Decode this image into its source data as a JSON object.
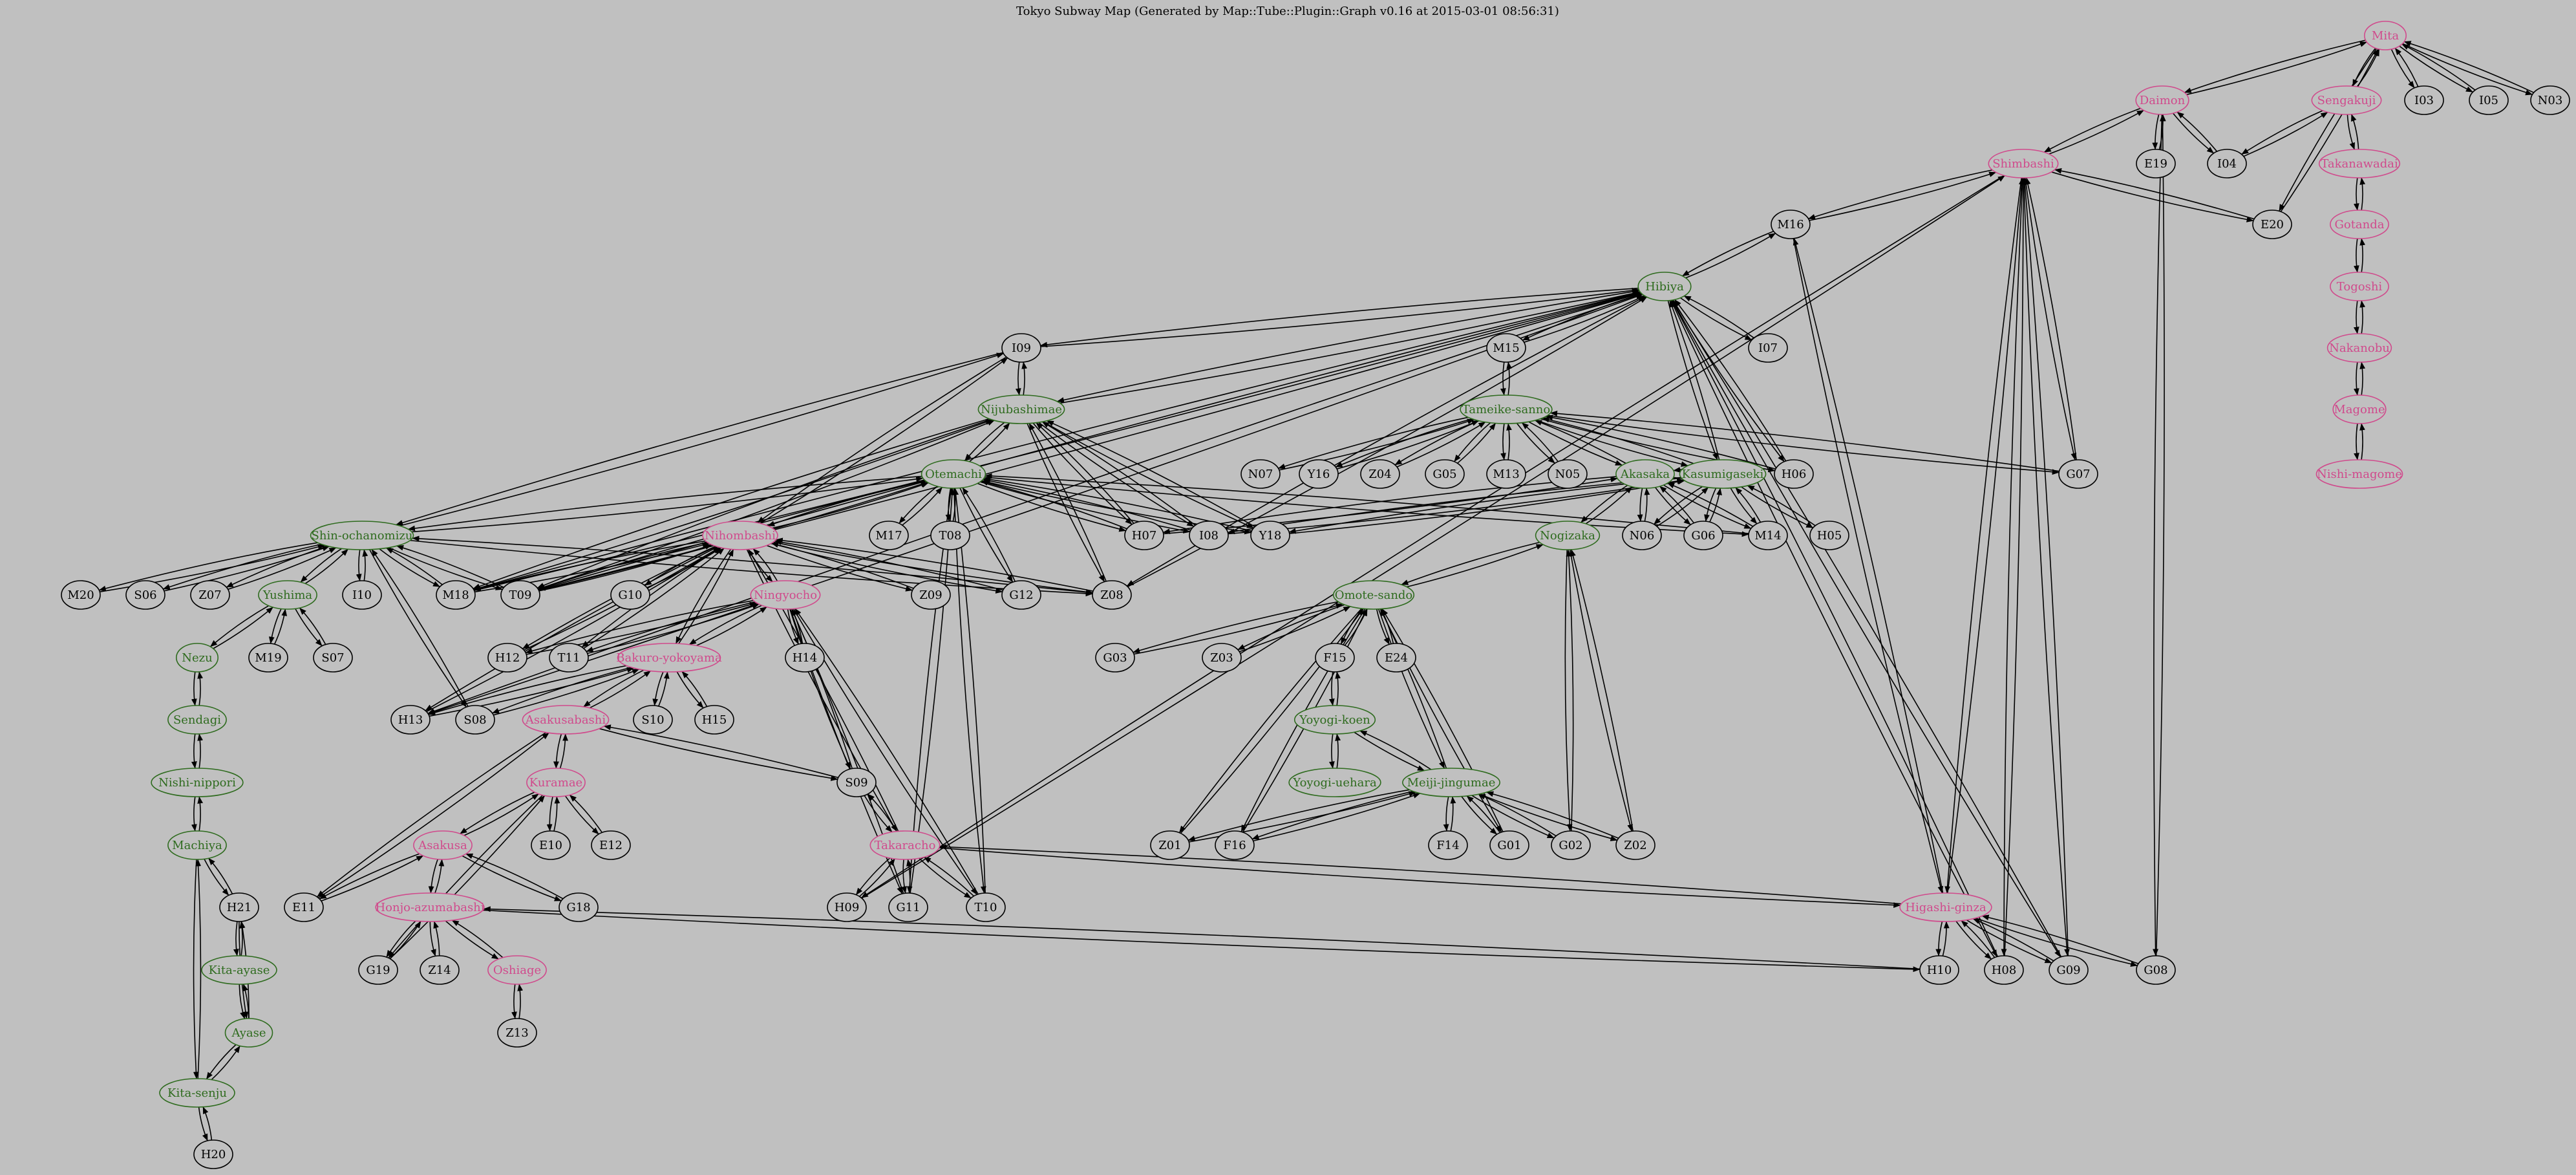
{
  "title": "Tokyo Subway Map (Generated by Map::Tube::Plugin::Graph v0.16 at 2015-03-01 08:56:31)",
  "colors": {
    "background": "#c0c0c0",
    "line_pink": "#d04a8c",
    "line_green": "#2e6b1e",
    "station_black": "#000000"
  },
  "stations": [
    {
      "id": "Mita",
      "label": "Mita",
      "color": "pink"
    },
    {
      "id": "Daimon",
      "label": "Daimon",
      "color": "pink"
    },
    {
      "id": "Sengakuji",
      "label": "Sengakuji",
      "color": "pink"
    },
    {
      "id": "I03",
      "label": "I03",
      "color": "black"
    },
    {
      "id": "I05",
      "label": "I05",
      "color": "black"
    },
    {
      "id": "N03",
      "label": "N03",
      "color": "black"
    },
    {
      "id": "E19",
      "label": "E19",
      "color": "black"
    },
    {
      "id": "I04",
      "label": "I04",
      "color": "black"
    },
    {
      "id": "Shimbashi",
      "label": "Shimbashi",
      "color": "pink"
    },
    {
      "id": "Takanawadai",
      "label": "Takanawadai",
      "color": "pink"
    },
    {
      "id": "M16",
      "label": "M16",
      "color": "black"
    },
    {
      "id": "E20",
      "label": "E20",
      "color": "black"
    },
    {
      "id": "Gotanda",
      "label": "Gotanda",
      "color": "pink"
    },
    {
      "id": "Hibiya",
      "label": "Hibiya",
      "color": "green"
    },
    {
      "id": "Togoshi",
      "label": "Togoshi",
      "color": "pink"
    },
    {
      "id": "I09",
      "label": "I09",
      "color": "black"
    },
    {
      "id": "M15",
      "label": "M15",
      "color": "black"
    },
    {
      "id": "I07",
      "label": "I07",
      "color": "black"
    },
    {
      "id": "Nakanobu",
      "label": "Nakanobu",
      "color": "pink"
    },
    {
      "id": "Nijubashimae",
      "label": "Nijubashimae",
      "color": "green"
    },
    {
      "id": "Tameike-sanno",
      "label": "Tameike-sanno",
      "color": "green"
    },
    {
      "id": "Magome",
      "label": "Magome",
      "color": "pink"
    },
    {
      "id": "N07",
      "label": "N07",
      "color": "black"
    },
    {
      "id": "Y16",
      "label": "Y16",
      "color": "black"
    },
    {
      "id": "Z04",
      "label": "Z04",
      "color": "black"
    },
    {
      "id": "G05",
      "label": "G05",
      "color": "black"
    },
    {
      "id": "M13",
      "label": "M13",
      "color": "black"
    },
    {
      "id": "N05",
      "label": "N05",
      "color": "black"
    },
    {
      "id": "H06",
      "label": "H06",
      "color": "black"
    },
    {
      "id": "G07",
      "label": "G07",
      "color": "black"
    },
    {
      "id": "Otemachi",
      "label": "Otemachi",
      "color": "green"
    },
    {
      "id": "Akasaka",
      "label": "Akasaka",
      "color": "green"
    },
    {
      "id": "Kasumigaseki",
      "label": "Kasumigaseki",
      "color": "green"
    },
    {
      "id": "Nishi-magome",
      "label": "Nishi-magome",
      "color": "pink"
    },
    {
      "id": "M17",
      "label": "M17",
      "color": "black"
    },
    {
      "id": "T08",
      "label": "T08",
      "color": "black"
    },
    {
      "id": "H07",
      "label": "H07",
      "color": "black"
    },
    {
      "id": "I08",
      "label": "I08",
      "color": "black"
    },
    {
      "id": "Y18",
      "label": "Y18",
      "color": "black"
    },
    {
      "id": "N06",
      "label": "N06",
      "color": "black"
    },
    {
      "id": "G06",
      "label": "G06",
      "color": "black"
    },
    {
      "id": "M14",
      "label": "M14",
      "color": "black"
    },
    {
      "id": "H05",
      "label": "H05",
      "color": "black"
    },
    {
      "id": "Shin-ochanomizu",
      "label": "Shin-ochanomizu",
      "color": "green"
    },
    {
      "id": "Nihombashi",
      "label": "Nihombashi",
      "color": "pink"
    },
    {
      "id": "Nogizaka",
      "label": "Nogizaka",
      "color": "green"
    },
    {
      "id": "M20",
      "label": "M20",
      "color": "black"
    },
    {
      "id": "S06",
      "label": "S06",
      "color": "black"
    },
    {
      "id": "Z07",
      "label": "Z07",
      "color": "black"
    },
    {
      "id": "Yushima",
      "label": "Yushima",
      "color": "green"
    },
    {
      "id": "I10",
      "label": "I10",
      "color": "black"
    },
    {
      "id": "M18",
      "label": "M18",
      "color": "black"
    },
    {
      "id": "T09",
      "label": "T09",
      "color": "black"
    },
    {
      "id": "G10",
      "label": "G10",
      "color": "black"
    },
    {
      "id": "Z09",
      "label": "Z09",
      "color": "black"
    },
    {
      "id": "G12",
      "label": "G12",
      "color": "black"
    },
    {
      "id": "Z08",
      "label": "Z08",
      "color": "black"
    },
    {
      "id": "Omote-sando",
      "label": "Omote-sando",
      "color": "green"
    },
    {
      "id": "Ningyocho",
      "label": "Ningyocho",
      "color": "pink"
    },
    {
      "id": "Nezu",
      "label": "Nezu",
      "color": "green"
    },
    {
      "id": "M19",
      "label": "M19",
      "color": "black"
    },
    {
      "id": "S07",
      "label": "S07",
      "color": "black"
    },
    {
      "id": "H12",
      "label": "H12",
      "color": "black"
    },
    {
      "id": "T11",
      "label": "T11",
      "color": "black"
    },
    {
      "id": "H14",
      "label": "H14",
      "color": "black"
    },
    {
      "id": "G03",
      "label": "G03",
      "color": "black"
    },
    {
      "id": "Z03",
      "label": "Z03",
      "color": "black"
    },
    {
      "id": "F15",
      "label": "F15",
      "color": "black"
    },
    {
      "id": "E24",
      "label": "E24",
      "color": "black"
    },
    {
      "id": "Bakuro-yokoyama",
      "label": "Bakuro-yokoyama",
      "color": "pink"
    },
    {
      "id": "Sendagi",
      "label": "Sendagi",
      "color": "green"
    },
    {
      "id": "H13",
      "label": "H13",
      "color": "black"
    },
    {
      "id": "S08",
      "label": "S08",
      "color": "black"
    },
    {
      "id": "S10",
      "label": "S10",
      "color": "black"
    },
    {
      "id": "H15",
      "label": "H15",
      "color": "black"
    },
    {
      "id": "Yoyogi-koen",
      "label": "Yoyogi-koen",
      "color": "green"
    },
    {
      "id": "Asakusabashi",
      "label": "Asakusabashi",
      "color": "pink"
    },
    {
      "id": "Nishi-nippori",
      "label": "Nishi-nippori",
      "color": "green"
    },
    {
      "id": "S09",
      "label": "S09",
      "color": "black"
    },
    {
      "id": "Yoyogi-uehara",
      "label": "Yoyogi-uehara",
      "color": "green"
    },
    {
      "id": "Meiji-jingumae",
      "label": "Meiji-jingumae",
      "color": "green"
    },
    {
      "id": "Kuramae",
      "label": "Kuramae",
      "color": "pink"
    },
    {
      "id": "Machiya",
      "label": "Machiya",
      "color": "green"
    },
    {
      "id": "E10",
      "label": "E10",
      "color": "black"
    },
    {
      "id": "E12",
      "label": "E12",
      "color": "black"
    },
    {
      "id": "Takaracho",
      "label": "Takaracho",
      "color": "pink"
    },
    {
      "id": "Z01",
      "label": "Z01",
      "color": "black"
    },
    {
      "id": "F16",
      "label": "F16",
      "color": "black"
    },
    {
      "id": "F14",
      "label": "F14",
      "color": "black"
    },
    {
      "id": "G01",
      "label": "G01",
      "color": "black"
    },
    {
      "id": "G02",
      "label": "G02",
      "color": "black"
    },
    {
      "id": "Z02",
      "label": "Z02",
      "color": "black"
    },
    {
      "id": "Asakusa",
      "label": "Asakusa",
      "color": "pink"
    },
    {
      "id": "H21",
      "label": "H21",
      "color": "black"
    },
    {
      "id": "E11",
      "label": "E11",
      "color": "black"
    },
    {
      "id": "G18",
      "label": "G18",
      "color": "black"
    },
    {
      "id": "H09",
      "label": "H09",
      "color": "black"
    },
    {
      "id": "G11",
      "label": "G11",
      "color": "black"
    },
    {
      "id": "T10",
      "label": "T10",
      "color": "black"
    },
    {
      "id": "Higashi-ginza",
      "label": "Higashi-ginza",
      "color": "pink"
    },
    {
      "id": "Honjo-azumabashi",
      "label": "Honjo-azumabashi",
      "color": "pink"
    },
    {
      "id": "Kita-ayase",
      "label": "Kita-ayase",
      "color": "green"
    },
    {
      "id": "H10",
      "label": "H10",
      "color": "black"
    },
    {
      "id": "H08",
      "label": "H08",
      "color": "black"
    },
    {
      "id": "G09",
      "label": "G09",
      "color": "black"
    },
    {
      "id": "G08",
      "label": "G08",
      "color": "black"
    },
    {
      "id": "G19",
      "label": "G19",
      "color": "black"
    },
    {
      "id": "Z14",
      "label": "Z14",
      "color": "black"
    },
    {
      "id": "Oshiage",
      "label": "Oshiage",
      "color": "pink"
    },
    {
      "id": "Ayase",
      "label": "Ayase",
      "color": "green"
    },
    {
      "id": "Z13",
      "label": "Z13",
      "color": "black"
    },
    {
      "id": "Kita-senju",
      "label": "Kita-senju",
      "color": "green"
    },
    {
      "id": "H20",
      "label": "H20",
      "color": "black"
    }
  ],
  "connections": [
    [
      "Mita",
      "Daimon"
    ],
    [
      "Mita",
      "Sengakuji"
    ],
    [
      "Mita",
      "I03"
    ],
    [
      "Mita",
      "I05"
    ],
    [
      "Mita",
      "N03"
    ],
    [
      "Mita",
      "E20"
    ],
    [
      "Daimon",
      "Shimbashi"
    ],
    [
      "Daimon",
      "E19"
    ],
    [
      "Daimon",
      "I04"
    ],
    [
      "Daimon",
      "G08"
    ],
    [
      "Sengakuji",
      "Takanawadai"
    ],
    [
      "Sengakuji",
      "I04"
    ],
    [
      "Takanawadai",
      "Gotanda"
    ],
    [
      "Gotanda",
      "Togoshi"
    ],
    [
      "Togoshi",
      "Nakanobu"
    ],
    [
      "Nakanobu",
      "Magome"
    ],
    [
      "Magome",
      "Nishi-magome"
    ],
    [
      "Shimbashi",
      "M16"
    ],
    [
      "Shimbashi",
      "E20"
    ],
    [
      "Shimbashi",
      "G07"
    ],
    [
      "Shimbashi",
      "Higashi-ginza"
    ],
    [
      "Shimbashi",
      "H08"
    ],
    [
      "Shimbashi",
      "G09"
    ],
    [
      "Shimbashi",
      "H09"
    ],
    [
      "M16",
      "Hibiya"
    ],
    [
      "Hibiya",
      "I09"
    ],
    [
      "Hibiya",
      "M15"
    ],
    [
      "Hibiya",
      "I07"
    ],
    [
      "Hibiya",
      "Nijubashimae"
    ],
    [
      "Hibiya",
      "Kasumigaseki"
    ],
    [
      "Hibiya",
      "H06"
    ],
    [
      "Hibiya",
      "Z08"
    ],
    [
      "Hibiya",
      "M18"
    ],
    [
      "Hibiya",
      "T09"
    ],
    [
      "Hibiya",
      "H13"
    ],
    [
      "Hibiya",
      "G09"
    ],
    [
      "Hibiya",
      "H08"
    ],
    [
      "I09",
      "Nijubashimae"
    ],
    [
      "M15",
      "Tameike-sanno"
    ],
    [
      "Tameike-sanno",
      "N07"
    ],
    [
      "Tameike-sanno",
      "Y16"
    ],
    [
      "Tameike-sanno",
      "Z04"
    ],
    [
      "Tameike-sanno",
      "G05"
    ],
    [
      "Tameike-sanno",
      "M13"
    ],
    [
      "Tameike-sanno",
      "N05"
    ],
    [
      "Tameike-sanno",
      "H06"
    ],
    [
      "Tameike-sanno",
      "G07"
    ],
    [
      "Tameike-sanno",
      "Akasaka"
    ],
    [
      "Tameike-sanno",
      "Kasumigaseki"
    ],
    [
      "Nijubashimae",
      "Otemachi"
    ],
    [
      "Nijubashimae",
      "H07"
    ],
    [
      "Nijubashimae",
      "I08"
    ],
    [
      "Nijubashimae",
      "Y18"
    ],
    [
      "Nijubashimae",
      "Z08"
    ],
    [
      "Nijubashimae",
      "M18"
    ],
    [
      "Nijubashimae",
      "T09"
    ],
    [
      "Otemachi",
      "Shin-ochanomizu"
    ],
    [
      "Otemachi",
      "Nihombashi"
    ],
    [
      "Otemachi",
      "M17"
    ],
    [
      "Otemachi",
      "T08"
    ],
    [
      "Otemachi",
      "H07"
    ],
    [
      "Otemachi",
      "I08"
    ],
    [
      "Otemachi",
      "Y18"
    ],
    [
      "Otemachi",
      "G12"
    ],
    [
      "Otemachi",
      "T10"
    ],
    [
      "Otemachi",
      "G11"
    ],
    [
      "Otemachi",
      "T09"
    ],
    [
      "Otemachi",
      "M14"
    ],
    [
      "Akasaka",
      "Kasumigaseki"
    ],
    [
      "Akasaka",
      "Nogizaka"
    ],
    [
      "Akasaka",
      "N06"
    ],
    [
      "Akasaka",
      "G06"
    ],
    [
      "Akasaka",
      "M14"
    ],
    [
      "Akasaka",
      "H07"
    ],
    [
      "Kasumigaseki",
      "N06"
    ],
    [
      "Kasumigaseki",
      "G06"
    ],
    [
      "Kasumigaseki",
      "M14"
    ],
    [
      "Kasumigaseki",
      "H05"
    ],
    [
      "Kasumigaseki",
      "I08"
    ],
    [
      "Kasumigaseki",
      "Y18"
    ],
    [
      "Shin-ochanomizu",
      "M20"
    ],
    [
      "Shin-ochanomizu",
      "S06"
    ],
    [
      "Shin-ochanomizu",
      "Z07"
    ],
    [
      "Shin-ochanomizu",
      "Yushima"
    ],
    [
      "Shin-ochanomizu",
      "I10"
    ],
    [
      "Shin-ochanomizu",
      "M18"
    ],
    [
      "Shin-ochanomizu",
      "T09"
    ],
    [
      "Shin-ochanomizu",
      "S08"
    ],
    [
      "Shin-ochanomizu",
      "Z08"
    ],
    [
      "Shin-ochanomizu",
      "I09"
    ],
    [
      "Nihombashi",
      "Ningyocho"
    ],
    [
      "Nihombashi",
      "G10"
    ],
    [
      "Nihombashi",
      "Z09"
    ],
    [
      "Nihombashi",
      "G12"
    ],
    [
      "Nihombashi",
      "Z08"
    ],
    [
      "Nihombashi",
      "H12"
    ],
    [
      "Nihombashi",
      "T11"
    ],
    [
      "Nihombashi",
      "H13"
    ],
    [
      "Nihombashi",
      "Takaracho"
    ],
    [
      "Nihombashi",
      "I09"
    ],
    [
      "Nihombashi",
      "M18"
    ],
    [
      "Nihombashi",
      "T09"
    ],
    [
      "Nihombashi",
      "Bakuro-yokoyama"
    ],
    [
      "Nogizaka",
      "Omote-sando"
    ],
    [
      "Nogizaka",
      "G02"
    ],
    [
      "Nogizaka",
      "Z02"
    ],
    [
      "Yushima",
      "Nezu"
    ],
    [
      "Yushima",
      "M19"
    ],
    [
      "Yushima",
      "S07"
    ],
    [
      "Ningyocho",
      "H14"
    ],
    [
      "Ningyocho",
      "Bakuro-yokoyama"
    ],
    [
      "Ningyocho",
      "H12"
    ],
    [
      "Ningyocho",
      "T11"
    ],
    [
      "Ningyocho",
      "S09"
    ],
    [
      "Ningyocho",
      "G11"
    ],
    [
      "Ningyocho",
      "T10"
    ],
    [
      "Omote-sando",
      "G03"
    ],
    [
      "Omote-sando",
      "Z03"
    ],
    [
      "Omote-sando",
      "F15"
    ],
    [
      "Omote-sando",
      "E24"
    ],
    [
      "Omote-sando",
      "Meiji-jingumae"
    ],
    [
      "Omote-sando",
      "Z01"
    ],
    [
      "Omote-sando",
      "F16"
    ],
    [
      "Omote-sando",
      "G01"
    ],
    [
      "Nezu",
      "Sendagi"
    ],
    [
      "Sendagi",
      "Nishi-nippori"
    ],
    [
      "Nishi-nippori",
      "Machiya"
    ],
    [
      "Machiya",
      "H21"
    ],
    [
      "Machiya",
      "Kita-senju"
    ],
    [
      "Bakuro-yokoyama",
      "Asakusabashi"
    ],
    [
      "Bakuro-yokoyama",
      "H13"
    ],
    [
      "Bakuro-yokoyama",
      "S08"
    ],
    [
      "Bakuro-yokoyama",
      "S10"
    ],
    [
      "Bakuro-yokoyama",
      "H15"
    ],
    [
      "F15",
      "Yoyogi-koen"
    ],
    [
      "Yoyogi-koen",
      "Yoyogi-uehara"
    ],
    [
      "Yoyogi-koen",
      "Meiji-jingumae"
    ],
    [
      "Meiji-jingumae",
      "Z01"
    ],
    [
      "Meiji-jingumae",
      "F16"
    ],
    [
      "Meiji-jingumae",
      "F14"
    ],
    [
      "Meiji-jingumae",
      "G01"
    ],
    [
      "Meiji-jingumae",
      "G02"
    ],
    [
      "Meiji-jingumae",
      "Z02"
    ],
    [
      "Asakusabashi",
      "Kuramae"
    ],
    [
      "Asakusabashi",
      "S09"
    ],
    [
      "Asakusabashi",
      "E11"
    ],
    [
      "Kuramae",
      "Asakusa"
    ],
    [
      "Kuramae",
      "E10"
    ],
    [
      "Kuramae",
      "E12"
    ],
    [
      "Kuramae",
      "G19"
    ],
    [
      "S09",
      "Takaracho"
    ],
    [
      "Takaracho",
      "H09"
    ],
    [
      "Takaracho",
      "G11"
    ],
    [
      "Takaracho",
      "T10"
    ],
    [
      "Takaracho",
      "Higashi-ginza"
    ],
    [
      "Asakusa",
      "Honjo-azumabashi"
    ],
    [
      "Asakusa",
      "E11"
    ],
    [
      "Asakusa",
      "G18"
    ],
    [
      "Honjo-azumabashi",
      "G19"
    ],
    [
      "Honjo-azumabashi",
      "Z14"
    ],
    [
      "Honjo-azumabashi",
      "Oshiage"
    ],
    [
      "Honjo-azumabashi",
      "H10"
    ],
    [
      "Oshiage",
      "Z13"
    ],
    [
      "H21",
      "Kita-ayase"
    ],
    [
      "Kita-ayase",
      "Ayase"
    ],
    [
      "Ayase",
      "H21"
    ],
    [
      "Ayase",
      "Kita-senju"
    ],
    [
      "Kita-senju",
      "H20"
    ],
    [
      "Higashi-ginza",
      "H10"
    ],
    [
      "Higashi-ginza",
      "H08"
    ],
    [
      "Higashi-ginza",
      "G09"
    ],
    [
      "Higashi-ginza",
      "G08"
    ],
    [
      "Higashi-ginza",
      "M16"
    ]
  ]
}
